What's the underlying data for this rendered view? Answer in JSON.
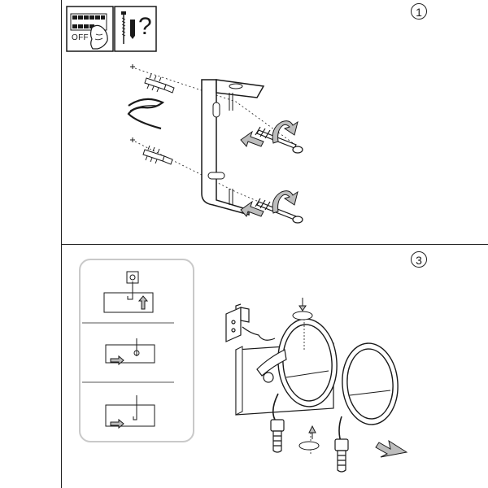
{
  "steps": {
    "step1": {
      "number": "1"
    },
    "step3": {
      "number": "3"
    }
  },
  "icons": {
    "power": {
      "name": "power-switch-icon",
      "label": "OFF"
    },
    "tools": {
      "name": "tools-icon",
      "question": "?"
    }
  },
  "colors": {
    "stroke": "#1a1a1a",
    "panel_border": "#c9c9c9",
    "arrow_fill": "#bdbdbd"
  }
}
